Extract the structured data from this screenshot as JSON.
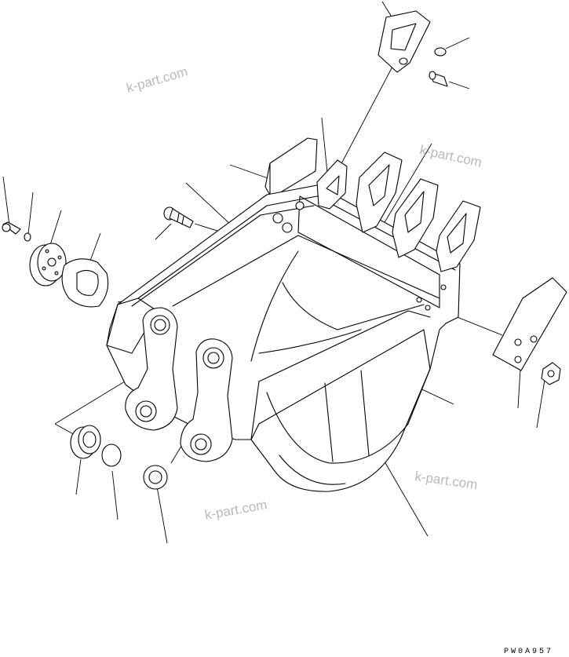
{
  "watermarks": [
    "k-part.com",
    "k-part.com",
    "k-part.com",
    "k-part.com"
  ],
  "drawing_code": "PW0A957"
}
